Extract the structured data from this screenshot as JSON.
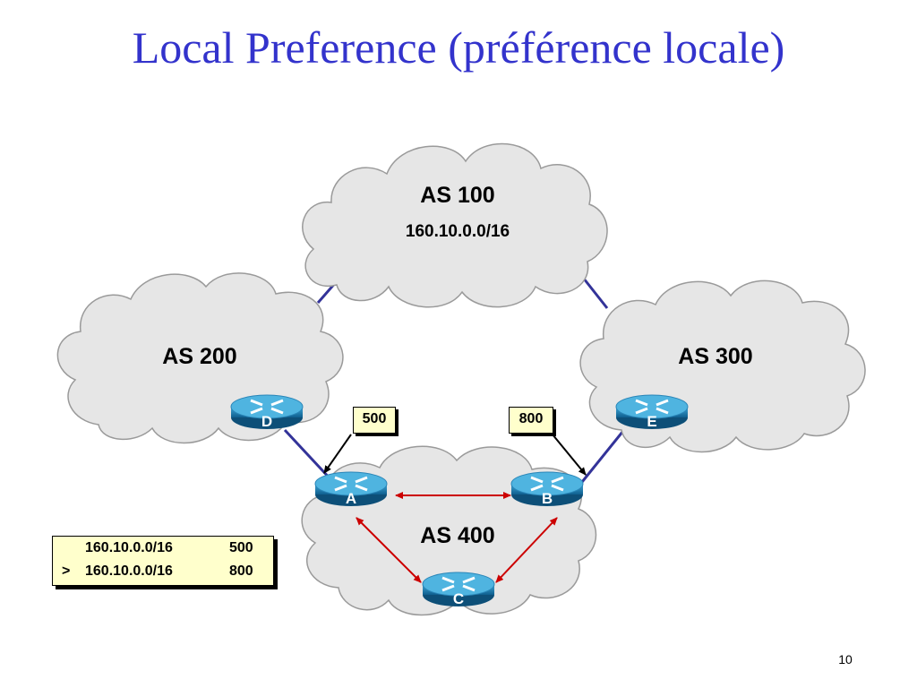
{
  "title": "Local Preference (préférence locale)",
  "clouds": {
    "as100": {
      "name": "AS 100",
      "prefix": "160.10.0.0/16"
    },
    "as200": {
      "name": "AS 200"
    },
    "as300": {
      "name": "AS 300"
    },
    "as400": {
      "name": "AS 400"
    }
  },
  "routers": {
    "a": "A",
    "b": "B",
    "c": "C",
    "d": "D",
    "e": "E"
  },
  "preferences": {
    "left": "500",
    "right": "800"
  },
  "routing_table": [
    {
      "marker": "",
      "prefix": "160.10.0.0/16",
      "value": "500"
    },
    {
      "marker": ">",
      "prefix": "160.10.0.0/16",
      "value": "800"
    }
  ],
  "slide_number": "10",
  "colors": {
    "title": "#3333cc",
    "cloud_fill": "#e6e6e6",
    "link": "#333399",
    "ibgp_arrow": "#cc0000",
    "router": "#1f7fb3",
    "label_box": "#ffffcc"
  }
}
